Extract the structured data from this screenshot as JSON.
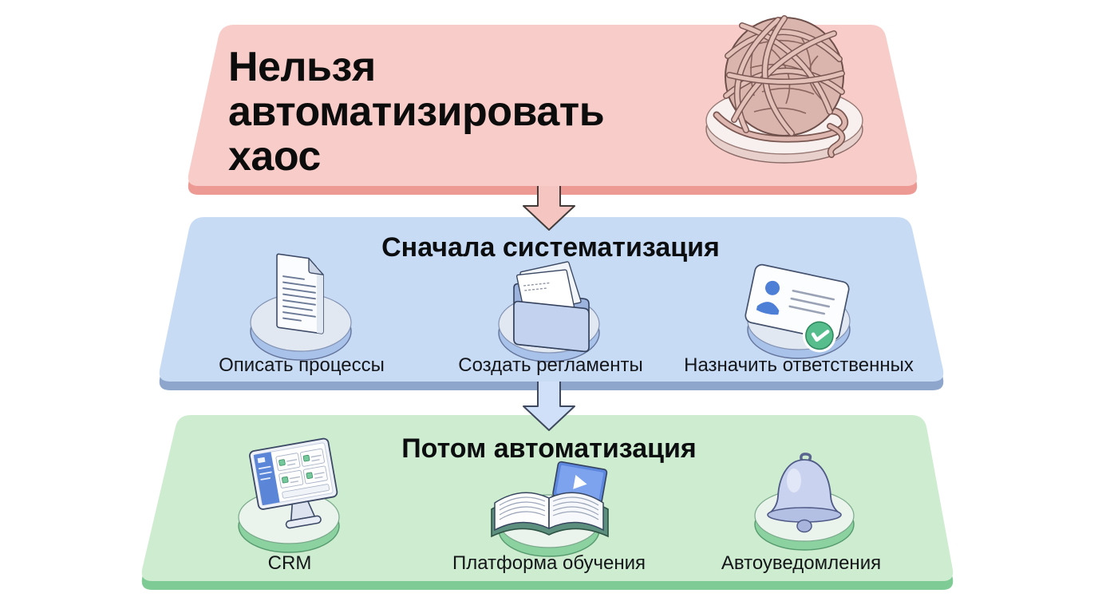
{
  "bands": [
    {
      "name": "problem",
      "title": "Нельзя автоматизировать хаос",
      "title_lines": [
        "Нельзя",
        "автоматизировать",
        "хаос"
      ],
      "color": "#f8cdc9",
      "edge_color": "#ee9a94",
      "items": [
        {
          "icon": "yarn-ball-illustration",
          "label": ""
        }
      ]
    },
    {
      "name": "systematization",
      "title": "Сначала систематизация",
      "color": "#c8dbf5",
      "edge_color": "#8ea6cc",
      "items": [
        {
          "icon": "document-icon",
          "label": "Описать процессы"
        },
        {
          "icon": "folder-icon",
          "label": "Создать регламенты"
        },
        {
          "icon": "id-card-check-icon",
          "label": "Назначить ответственных"
        }
      ]
    },
    {
      "name": "automation",
      "title": "Потом автоматизация",
      "color": "#ceeccf",
      "edge_color": "#7fcb96",
      "items": [
        {
          "icon": "crm-monitor-icon",
          "label": "CRM"
        },
        {
          "icon": "learning-book-icon",
          "label": "Платформа обучения"
        },
        {
          "icon": "bell-icon",
          "label": "Автоуведомления"
        }
      ]
    }
  ],
  "arrows": [
    {
      "name": "arrow-problem-to-systematization",
      "color": "#f5c6c1"
    },
    {
      "name": "arrow-systematization-to-automation",
      "color": "#cfe0f8"
    }
  ]
}
